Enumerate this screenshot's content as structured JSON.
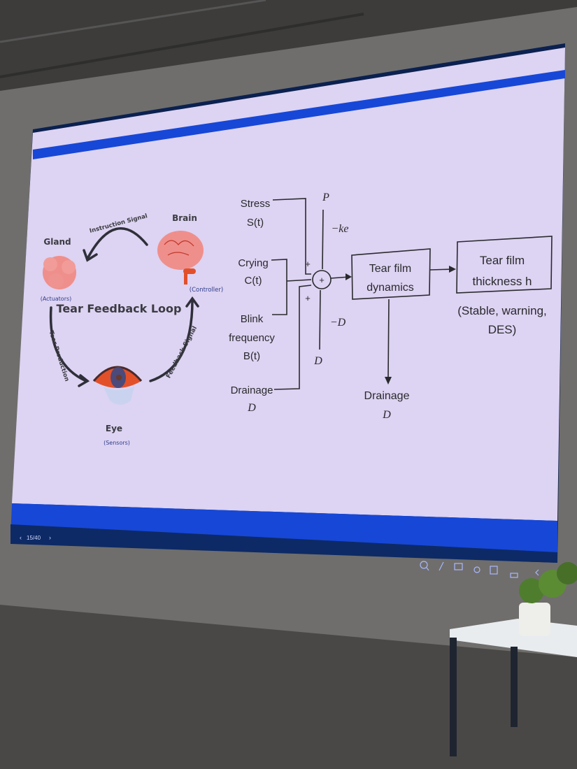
{
  "colors": {
    "slide_bg": "#ddd3f2",
    "accent_blue": "#1747d6",
    "footer_navy": "#0d2a66",
    "brain": "#ef8f8c",
    "eye": "#e2502a"
  },
  "loop": {
    "title": "Tear Feedback Loop",
    "gland": {
      "label": "Gland",
      "role": "(Actuators)"
    },
    "brain": {
      "label": "Brain",
      "role": "(Controller)"
    },
    "eye": {
      "label": "Eye",
      "role": "(Sensors)"
    },
    "arrows": {
      "instruction": "Instruction Signal",
      "production": "Tear Production",
      "feedback": "Feedback Signal"
    }
  },
  "block": {
    "inputs": {
      "stress": [
        "Stress",
        "S(t)"
      ],
      "crying": [
        "Crying",
        "C(t)"
      ],
      "blink": [
        "Blink",
        "frequency",
        "B(t)"
      ],
      "drainage": [
        "Drainage",
        "D"
      ]
    },
    "signs": {
      "plus_top": "+",
      "plus_bottom": "+",
      "sum": "+"
    },
    "p": "P",
    "ke": "−ke",
    "minus_d": "−D",
    "d": "D",
    "dynamics": [
      "Tear film",
      "dynamics"
    ],
    "thickness": [
      "Tear film",
      "thickness h"
    ],
    "states": [
      "(Stable, warning,",
      "DES)"
    ],
    "drain_out": [
      "Drainage",
      "D"
    ]
  },
  "footer": {
    "prev": "‹",
    "page": "15/40",
    "next": "›"
  },
  "toolbar_icons": [
    "zoom-in-icon",
    "pen-icon",
    "keyboard-icon",
    "broadcast-icon",
    "screen-icon",
    "grid-icon",
    "collapse-icon"
  ]
}
